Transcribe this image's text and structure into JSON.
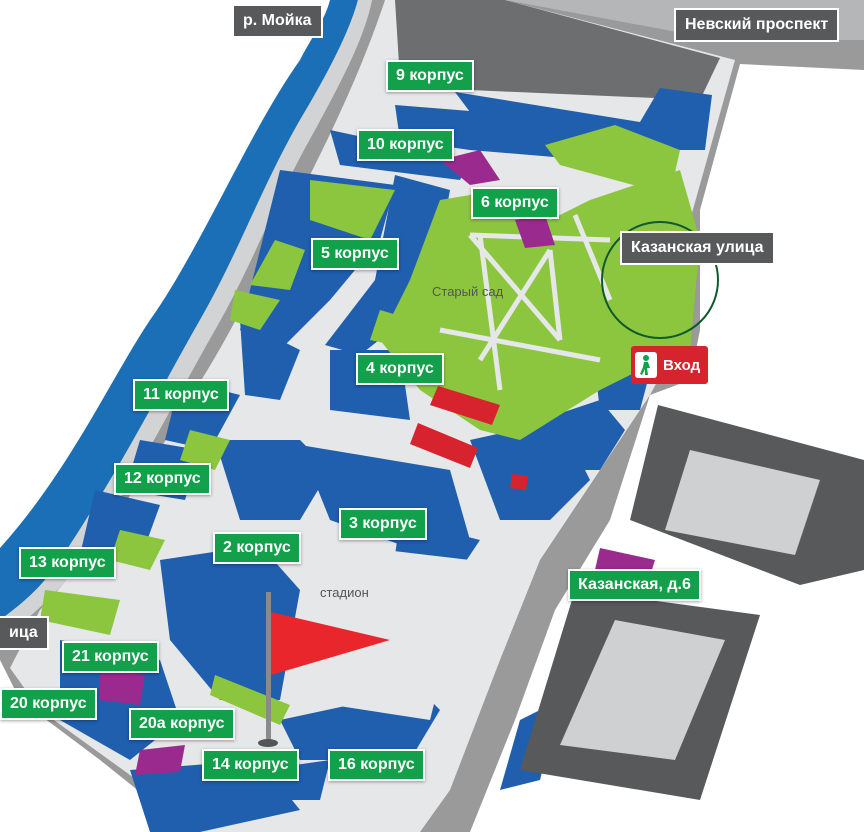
{
  "streets": {
    "moika": "р. Мойка",
    "nevsky": "Невский проспект",
    "kazanskaya": "Казанская улица",
    "left_edge": "ица"
  },
  "address_label": "Казанская, д.6",
  "area_labels": {
    "garden": "Старый сад",
    "stadium": "стадион"
  },
  "entrance_label": "Вход",
  "buildings": {
    "b9": "9 корпус",
    "b10": "10 корпус",
    "b6": "6 корпус",
    "b5": "5 корпус",
    "b4": "4 корпус",
    "b11": "11 корпус",
    "b12": "12 корпус",
    "b3": "3 корпус",
    "b2": "2 корпус",
    "b13": "13 корпус",
    "b21": "21 корпус",
    "b20": "20 корпус",
    "b20a": "20а корпус",
    "b14": "14 корпус",
    "b16": "16 корпус"
  },
  "colors": {
    "building_blue": "#1f5fae",
    "lawn_green": "#8cc63f",
    "label_green": "#12a04a",
    "courtyard": "#e6e7e8",
    "river": "#1b6fb6",
    "street_label_grey": "#58595b",
    "accent_magenta": "#9b2a8e",
    "accent_red": "#d7232d",
    "flag_red": "#e8262b"
  },
  "icons": [
    "entrance-icon",
    "flag-marker-icon"
  ]
}
